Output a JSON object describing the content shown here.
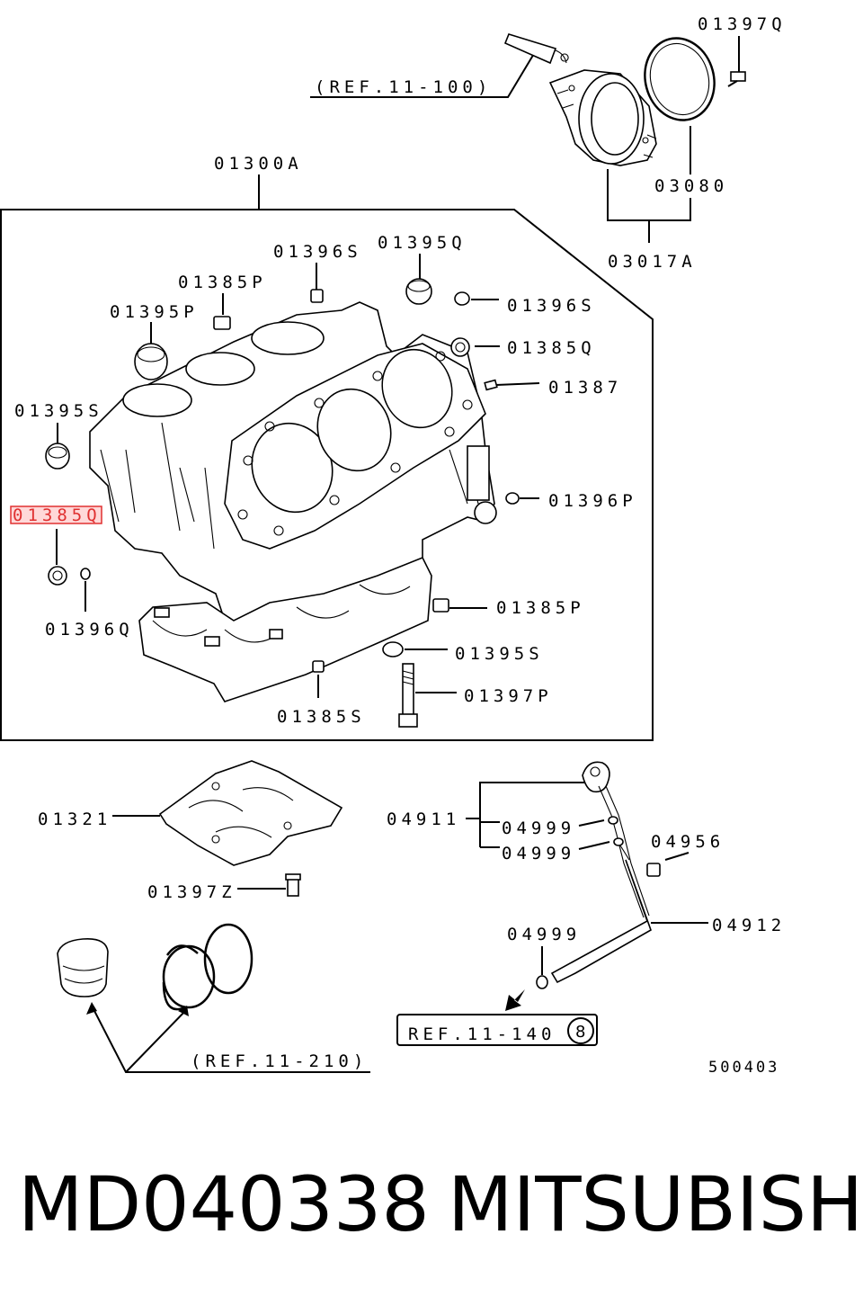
{
  "labels": {
    "ref_11_100": "(REF.11-100)",
    "p01397Q": "01397Q",
    "p03080": "03080",
    "p03017A": "03017A",
    "p01300A": "01300A",
    "p01396S_top": "01396S",
    "p01395Q": "01395Q",
    "p01385P_top": "01385P",
    "p01395P": "01395P",
    "p01396S_right": "01396S",
    "p01385Q": "01385Q",
    "p01387": "01387",
    "p01395S_left": "01395S",
    "p01385Q_highlight": "01385Q",
    "p01396P": "01396P",
    "p01396Q": "01396Q",
    "p01385P_right": "01385P",
    "p01395S_right": "01395S",
    "p01397P": "01397P",
    "p01385S": "01385S",
    "p01321": "01321",
    "p01397Z": "01397Z",
    "p04911": "04911",
    "p04999_a": "04999",
    "p04999_b": "04999",
    "p04956": "04956",
    "p04912": "04912",
    "p04999_c": "04999",
    "ref_11_140": "REF.11-140",
    "ref_11_140_circle": "8",
    "ref_11_210": "(REF.11-210)",
    "diagram_code": "500403"
  },
  "caption": {
    "part_number": "MD040338",
    "brand": "MITSUBISHI"
  },
  "colors": {
    "highlight": "#e03030",
    "ink": "#000000"
  }
}
